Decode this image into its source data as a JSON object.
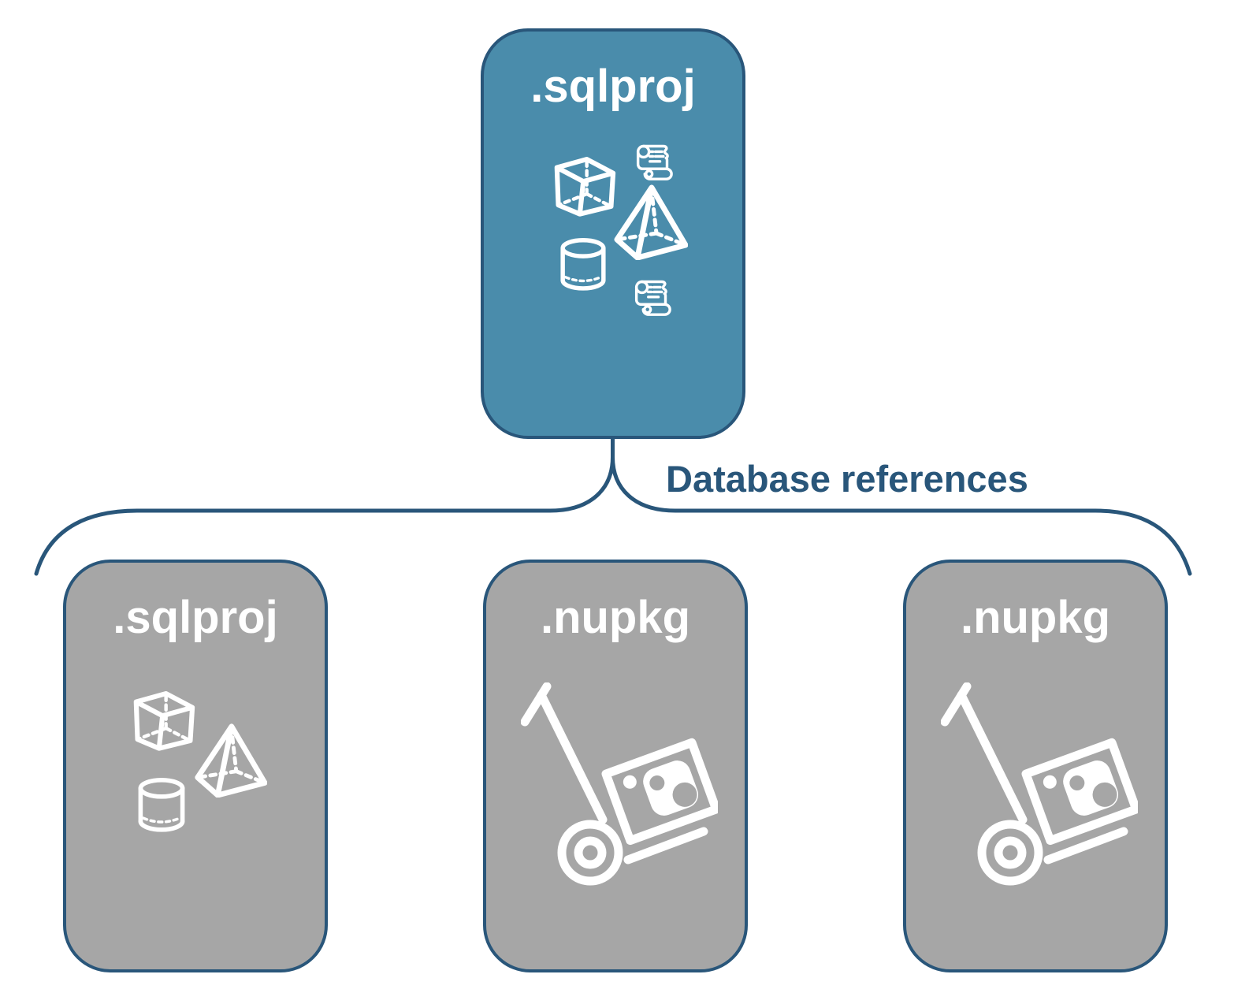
{
  "connector": {
    "label": "Database references"
  },
  "root": {
    "label": ".sqlproj",
    "icons": [
      "scroll-icon",
      "cube-icon",
      "pyramid-icon",
      "cylinder-icon",
      "scroll-icon"
    ]
  },
  "children": [
    {
      "label": ".sqlproj",
      "icons": [
        "cube-icon",
        "pyramid-icon",
        "cylinder-icon"
      ]
    },
    {
      "label": ".nupkg",
      "icons": [
        "nuget-package-dolly-icon"
      ]
    },
    {
      "label": ".nupkg",
      "icons": [
        "nuget-package-dolly-icon"
      ]
    }
  ],
  "colors": {
    "root_card_fill": "#4A8CAB",
    "child_card_fill": "#A6A6A6",
    "outline_and_connector": "#29567A",
    "connector_label_text": "#29567A",
    "card_title_text": "#FFFFFF",
    "icon_stroke": "#FFFFFF",
    "page_background": "#FFFFFF"
  }
}
